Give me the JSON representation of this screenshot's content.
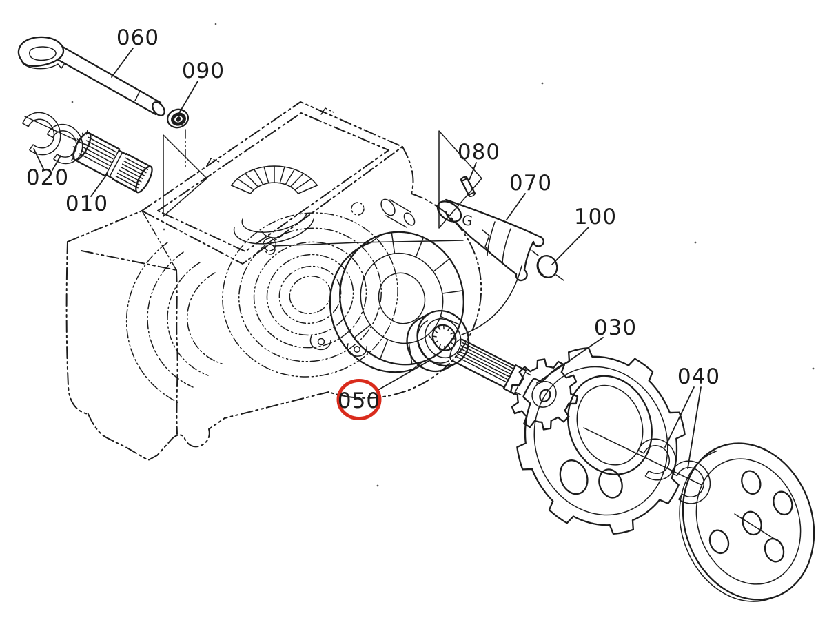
{
  "diagram": {
    "kind": "exploded-parts-diagram",
    "background_color": "#ffffff",
    "line_color": "#1c1c1c",
    "highlight": {
      "circle_color": "#d92b1c",
      "highlighted_part": "050"
    },
    "part_labels": [
      {
        "id": "010",
        "text": "010"
      },
      {
        "id": "020",
        "text": "020"
      },
      {
        "id": "030",
        "text": "030"
      },
      {
        "id": "040",
        "text": "040"
      },
      {
        "id": "050",
        "text": "050"
      },
      {
        "id": "060",
        "text": "060"
      },
      {
        "id": "070",
        "text": "070"
      },
      {
        "id": "080",
        "text": "080"
      },
      {
        "id": "090",
        "text": "090"
      },
      {
        "id": "100",
        "text": "100"
      }
    ],
    "component_marking": {
      "text": "G"
    }
  }
}
